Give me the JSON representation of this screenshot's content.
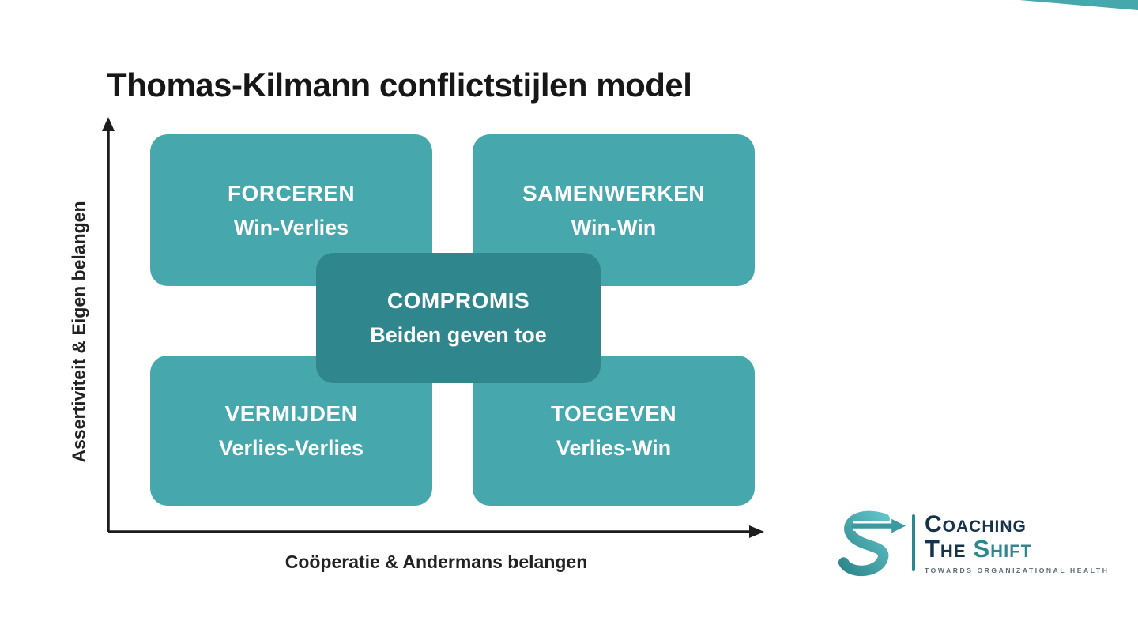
{
  "title": "Thomas-Kilmann conflictstijlen model",
  "axes": {
    "y_label": "Assertiviteit & Eigen belangen",
    "x_label": "Coöperatie & Andermans belangen"
  },
  "quadrants": {
    "top_left": {
      "name": "FORCEREN",
      "outcome": "Win-Verlies"
    },
    "top_right": {
      "name": "SAMENWERKEN",
      "outcome": "Win-Win"
    },
    "bottom_left": {
      "name": "VERMIJDEN",
      "outcome": "Verlies-Verlies"
    },
    "bottom_right": {
      "name": "TOEGEVEN",
      "outcome": "Verlies-Win"
    },
    "center": {
      "name": "COMPROMIS",
      "outcome": "Beiden geven toe"
    }
  },
  "logo": {
    "coaching": "Coaching",
    "the": "The",
    "shift": "Shift",
    "tagline": "TOWARDS ORGANIZATIONAL HEALTH"
  },
  "colors": {
    "quadrant": "#46a8ad",
    "center": "#2f868c",
    "ink": "#1c1c1c",
    "logo_dark": "#16324a",
    "logo_teal": "#2f868c"
  }
}
